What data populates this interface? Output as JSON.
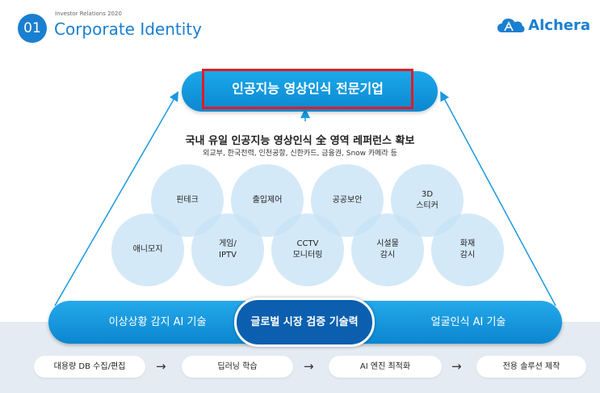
{
  "header": {
    "section_number": "01",
    "subtitle": "Investor Relations 2020",
    "title": "Corporate Identity",
    "logo_text": "Alchera"
  },
  "top_banner": {
    "label": "인공지능 영상인식 전문기업"
  },
  "reference": {
    "title": "국내 유일 인공지능 영상인식 全 영역 레퍼런스 확보",
    "clients": "외교부, 한국전력, 인천공항, 신한카드, 금융권, Snow 카메라 등"
  },
  "circles": [
    {
      "label": "핀테크"
    },
    {
      "label": "출입제어"
    },
    {
      "label": "공공보안"
    },
    {
      "label": "3D\n스티커"
    },
    {
      "label": "애니모지"
    },
    {
      "label": "게임/\nIPTV"
    },
    {
      "label": "CCTV\n모니터링"
    },
    {
      "label": "시설물\n감시"
    },
    {
      "label": "화재\n감시"
    }
  ],
  "tech_bar": {
    "left": "이상상황 감지 AI 기술",
    "center": "글로벌 시장 검증 기술력",
    "right": "얼굴인식 AI 기술"
  },
  "process_steps": [
    {
      "label": "대용량 DB 수집/편집"
    },
    {
      "label": "딥러닝 학습"
    },
    {
      "label": "AI 엔진 최적화"
    },
    {
      "label": "전용 솔루션 제작"
    }
  ],
  "arrow_symbol": "→",
  "colors": {
    "primary_blue": "#1a7fd0",
    "pill_blue": "#0c87d1",
    "dark_blue": "#0b5fae",
    "highlight_red": "#e11c23",
    "circle_fill": "#c6e2f6",
    "band_gray": "#e4ebf3"
  }
}
